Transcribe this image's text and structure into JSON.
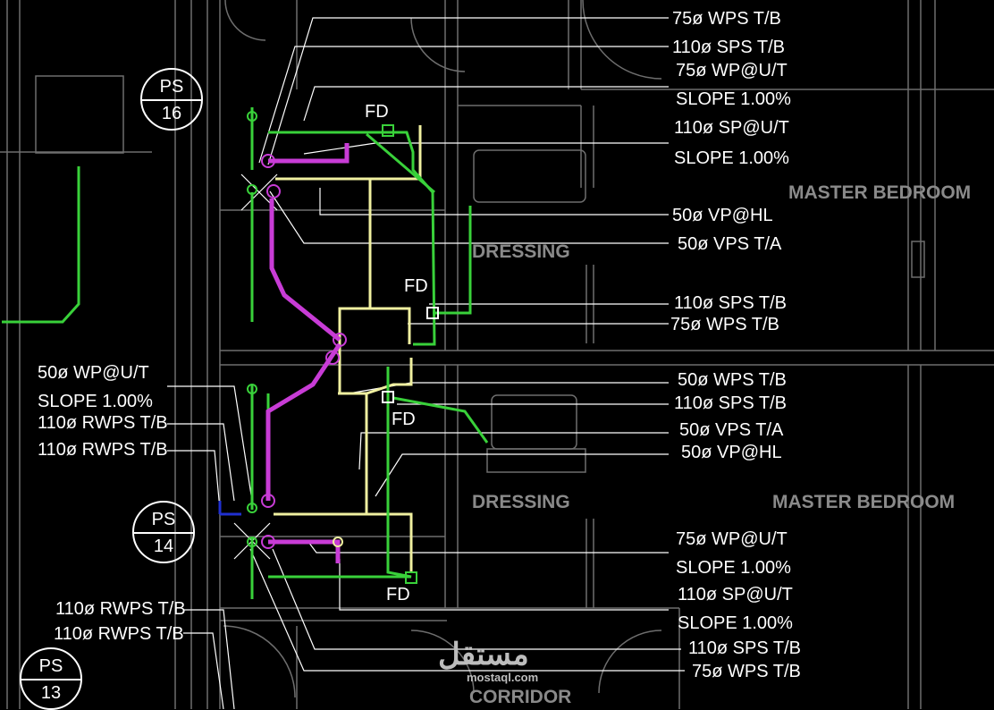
{
  "labels": {
    "l1": "75ø WPS T/B",
    "l2": "110ø SPS T/B",
    "l3": "75ø WP@U/T",
    "l4": "SLOPE 1.00%",
    "l5": "110ø SP@U/T",
    "l6": "SLOPE 1.00%",
    "l7": "50ø VP@HL",
    "l8": "50ø VPS T/A",
    "l9": "110ø SPS T/B",
    "l10": "75ø WPS T/B",
    "l11": "50ø WPS T/B",
    "l12": "110ø SPS T/B",
    "l13": "50ø VPS T/A",
    "l14": "50ø VP@HL",
    "l15": "75ø WP@U/T",
    "l16": "SLOPE 1.00%",
    "l17": "110ø SP@U/T",
    "l18": "SLOPE 1.00%",
    "l19": "110ø SPS T/B",
    "l20": "75ø WPS T/B",
    "left1": "50ø WP@U/T",
    "left2": "SLOPE 1.00%",
    "left3": "110ø RWPS T/B",
    "left4": "110ø RWPS T/B",
    "left5": "110ø RWPS T/B",
    "left6": "110ø RWPS T/B"
  },
  "fd": [
    "FD",
    "FD",
    "FD",
    "FD"
  ],
  "rooms": {
    "master1": "MASTER BEDROOM",
    "dressing1": "DRESSING",
    "master2": "MASTER BEDROOM",
    "dressing2": "DRESSING",
    "corridor": "CORRIDOR"
  },
  "ps": {
    "ps16_top": "PS",
    "ps16_bot": "16",
    "ps14_top": "PS",
    "ps14_bot": "14",
    "ps13_top": "PS",
    "ps13_bot": "13"
  },
  "watermark": {
    "arabic": "مستقل",
    "latin": "mostaql.com"
  },
  "colors": {
    "water": "#39d13a",
    "soil": "#c83cd6",
    "vent": "#f0f0a0",
    "leader": "#ffffff",
    "wall": "#6e6e6e",
    "rain": "#2030d0"
  }
}
